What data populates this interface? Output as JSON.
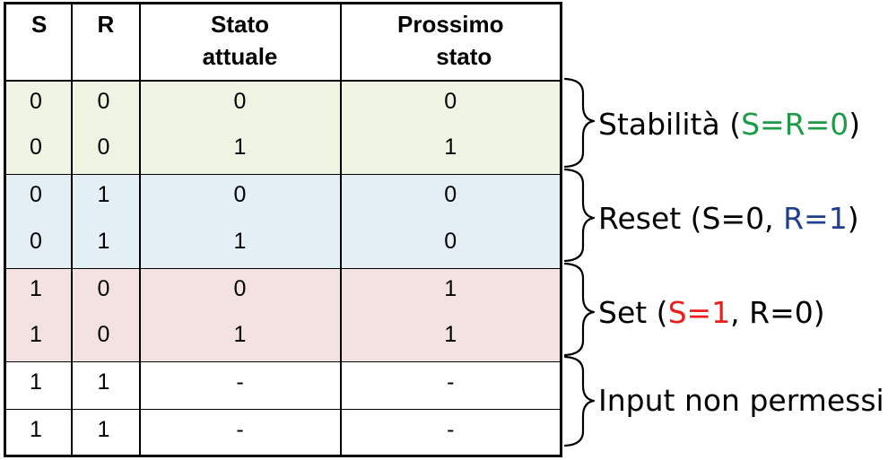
{
  "table": {
    "headers": {
      "s": "S",
      "r": "R",
      "current_line1": "Stato",
      "current_line2": "attuale",
      "next_line1": "Prossimo",
      "next_line2": "stato"
    },
    "rows": [
      {
        "group": "stab",
        "s": "0",
        "r": "0",
        "current": "0",
        "next": "0"
      },
      {
        "group": "stab",
        "s": "0",
        "r": "0",
        "current": "1",
        "next": "1"
      },
      {
        "group": "reset",
        "s": "0",
        "r": "1",
        "current": "0",
        "next": "0"
      },
      {
        "group": "reset",
        "s": "0",
        "r": "1",
        "current": "1",
        "next": "0"
      },
      {
        "group": "set",
        "s": "1",
        "r": "0",
        "current": "0",
        "next": "1"
      },
      {
        "group": "set",
        "s": "1",
        "r": "0",
        "current": "1",
        "next": "1"
      },
      {
        "group": "none",
        "s": "1",
        "r": "1",
        "current": "-",
        "next": "-"
      },
      {
        "group": "none",
        "s": "1",
        "r": "1",
        "current": "-",
        "next": "-"
      }
    ]
  },
  "row_colors": {
    "stab": "#eef3e2",
    "reset": "#e3eff5",
    "set": "#f4e1e1",
    "none": "#ffffff"
  },
  "groups": {
    "stab": {
      "a": "Stabilità (",
      "b": "S=R=0",
      "c": ")",
      "highlight_color": "#1f9a48"
    },
    "reset": {
      "a": "Reset (S=0, ",
      "b": "R=1",
      "c": ")",
      "highlight_color": "#1f3f8f"
    },
    "set": {
      "a": "Set  (",
      "b": "S=1",
      "c": ", R=0)",
      "highlight_color": "#ee1c1c"
    },
    "none": {
      "text": "Input non permessi"
    }
  }
}
